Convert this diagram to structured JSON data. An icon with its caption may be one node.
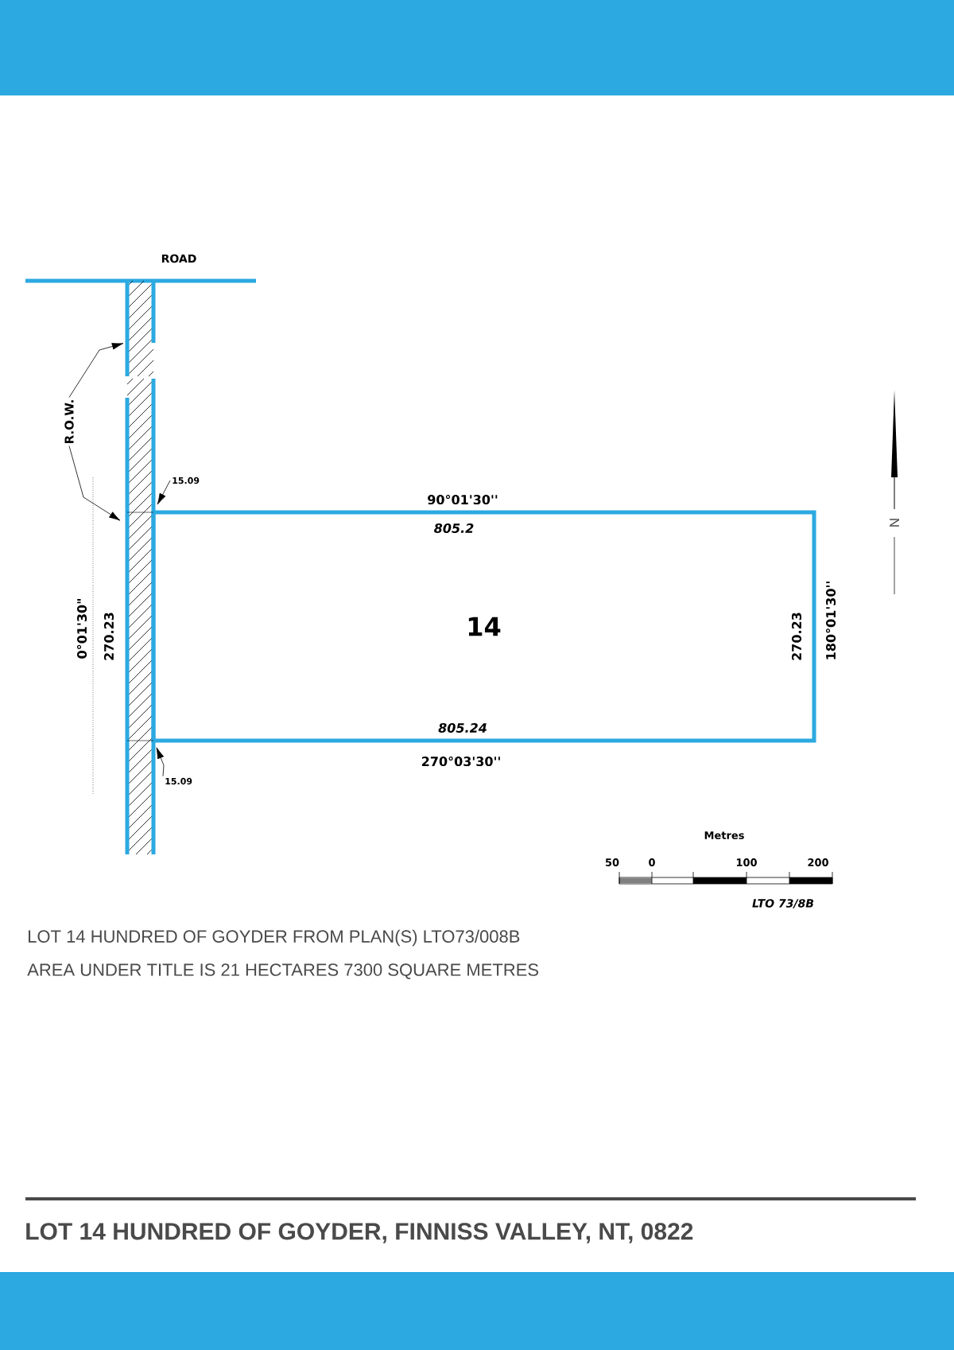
{
  "diagram": {
    "title": "LOT 14 HUNDRED OF GOYDER, FINNISS VALLEY, NT, 0822",
    "nodes": [
      {
        "text": [
          "14"
        ]
      },
      {
        "text": [
          "R.O.W."
        ]
      },
      {
        "text": [],
        "shape": "bar"
      },
      {
        "text": [],
        "shape": "bar"
      },
      {
        "text": [
          "15.09"
        ]
      },
      {
        "text": [
          "15.09"
        ]
      }
    ],
    "edges": [
      {
        "from": 1,
        "to": 2,
        "arrow": "to"
      },
      {
        "from": 1,
        "to": 3,
        "arrow": "to"
      },
      {
        "from": 4,
        "to": 3,
        "arrow": "to"
      },
      {
        "from": 5,
        "to": 3,
        "arrow": "to"
      }
    ],
    "labels": [
      "ROAD",
      "90°01'30''",
      "805.2",
      "0°01'30\"",
      "270.23",
      "270.23",
      "180°01'30''",
      "805.24",
      "270°03'30''",
      "N",
      "Metres",
      "50",
      "0",
      "100",
      "200",
      "LTO 73/8B",
      "LOT 14 HUNDRED OF GOYDER FROM PLAN(S) LTO73/008B",
      "AREA UNDER TITLE IS 21 HECTARES 7300 SQUARE METRES"
    ]
  }
}
